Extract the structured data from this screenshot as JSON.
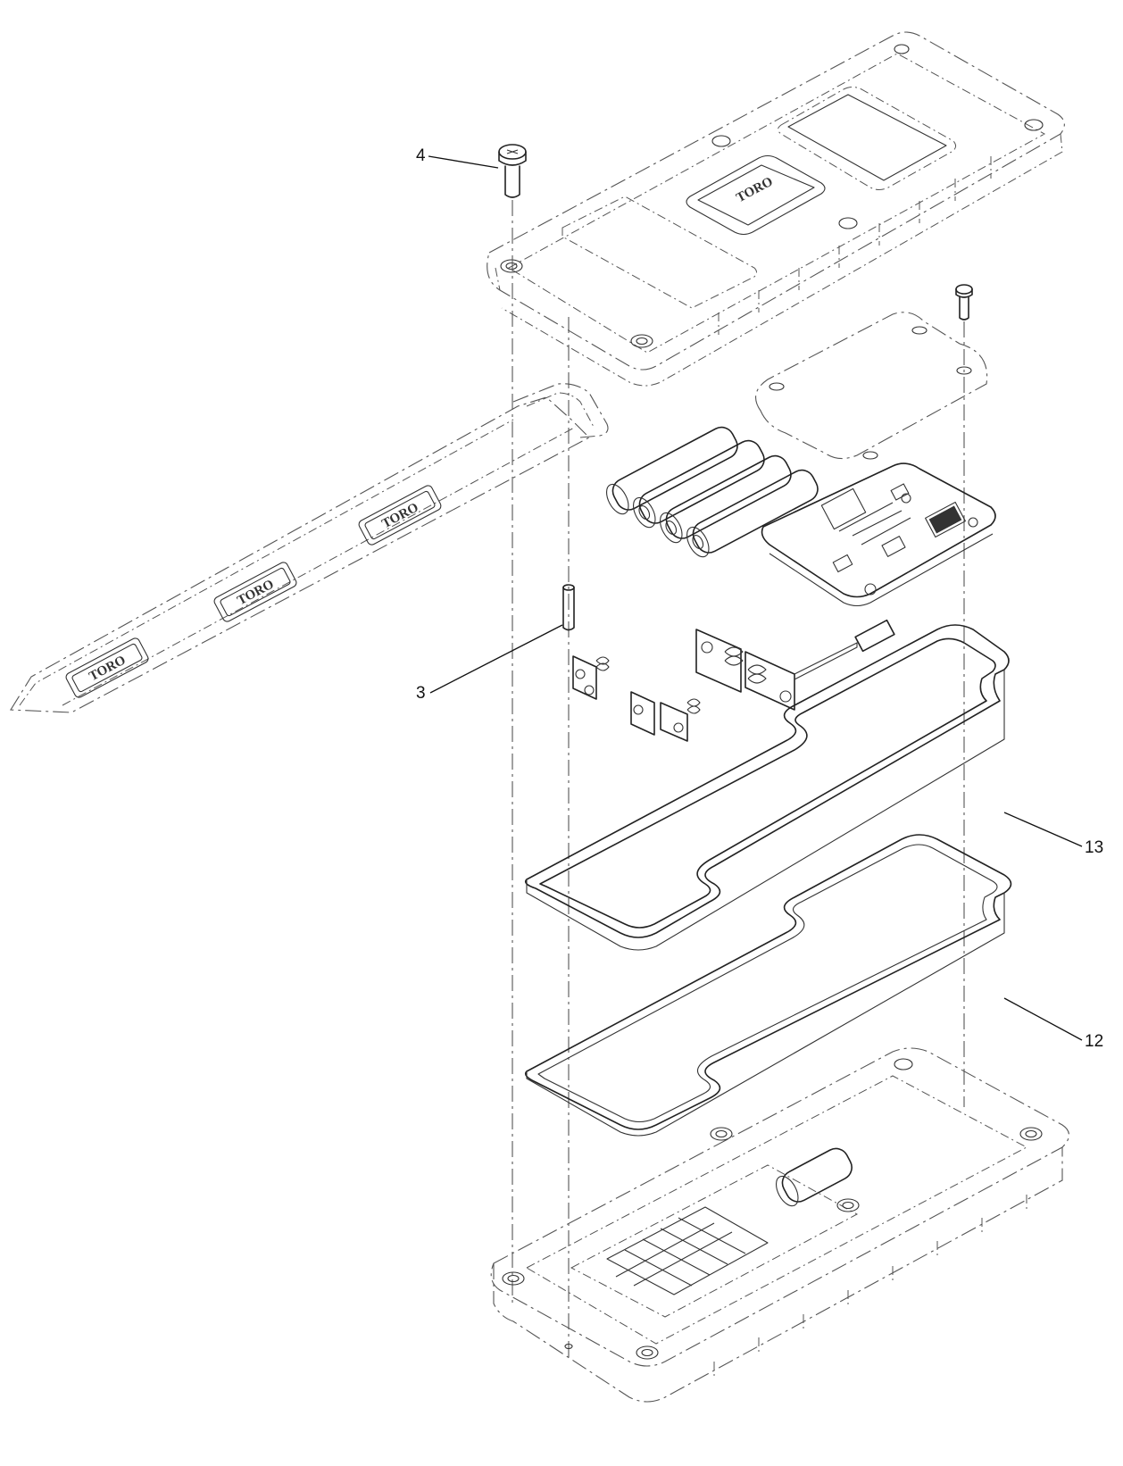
{
  "callouts": {
    "c4": "4",
    "c3": "3",
    "c13": "13",
    "c12": "12"
  },
  "logo": "TORO"
}
